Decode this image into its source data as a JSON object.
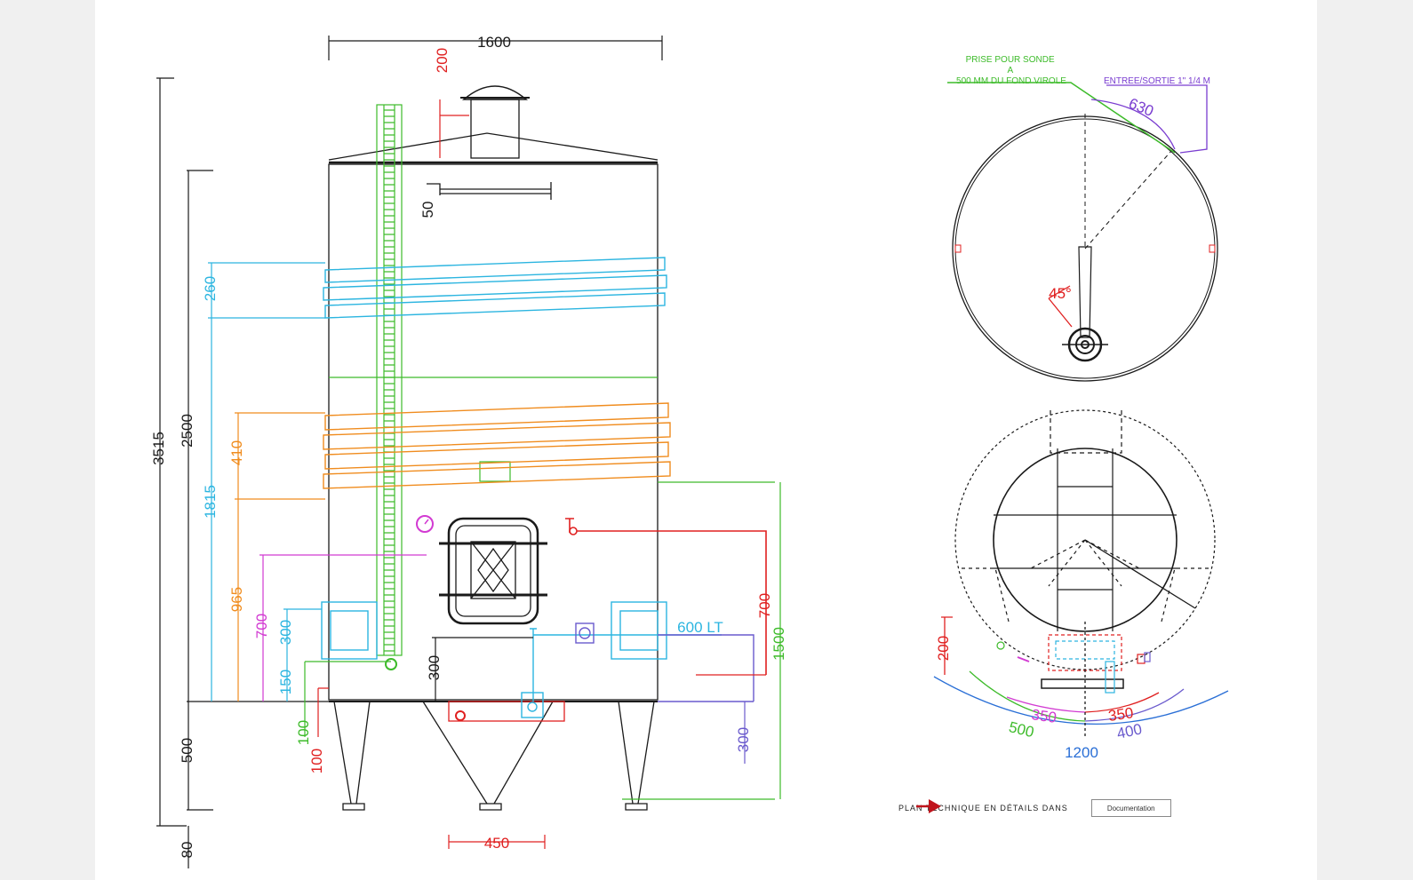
{
  "front_view": {
    "dims": {
      "width_top": "1600",
      "total_height": "3515",
      "body_height": "2500",
      "legs_height": "500",
      "foot": "80",
      "manway_top": "200",
      "top_50": "50",
      "cool_upper_height": "260",
      "upper_level": "1815",
      "cool_lower_height": "410",
      "lower_level": "965",
      "valve_height": "700",
      "gauge_height": "700",
      "outlet_300": "300",
      "outlet_150": "150",
      "bottom_100a": "100",
      "bottom_100b": "100",
      "door_300": "300",
      "right_300": "300",
      "right_1500": "1500",
      "legs_spacing": "450",
      "volume": "600 LT"
    }
  },
  "top_view": {
    "probe_label_line1": "PRISE POUR SONDE",
    "probe_label_line2": "A",
    "probe_label_line3": "500 MM DU FOND VIROLE",
    "inout_label": "ENTREE/SORTIE 1\" 1/4 M",
    "arc_630": "630",
    "angle_45": "45°"
  },
  "bottom_view": {
    "dims": {
      "d200": "200",
      "d350_left": "350",
      "d350_right": "350",
      "d500": "500",
      "d400": "400",
      "d1200": "1200"
    }
  },
  "footer": {
    "text": "PLAN TECHNIQUE EN DÉTAILS DANS",
    "button_label": "Documentation"
  },
  "colors": {
    "black": "#1a1a1a",
    "red": "#e02020",
    "green": "#3dbb2a",
    "cyan": "#2cb5e0",
    "orange": "#f08c1e",
    "magenta": "#d23ad2",
    "violet": "#6a5acd",
    "blue": "#2a6fd6",
    "accent_arrow": "#c0141c"
  }
}
